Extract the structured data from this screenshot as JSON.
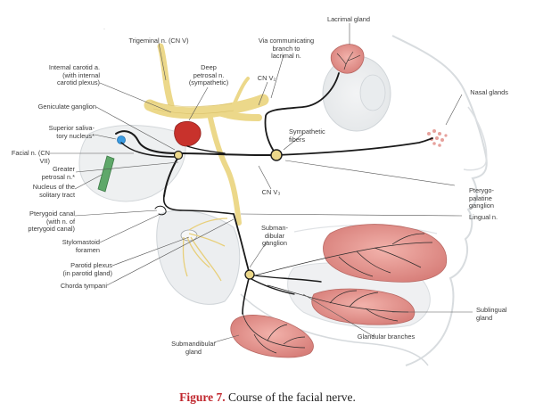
{
  "caption": {
    "figure": "Figure 7.",
    "text": "Course of the facial nerve."
  },
  "marker": "·",
  "labels": {
    "lacrimal_gland": "Lacrimal gland",
    "trigeminal": "Trigeminal n. (CN V)",
    "via_communicating": "Via communicating\nbranch to\nlacrimal n.",
    "internal_carotid": "Internal carotid a.\n(with internal\ncarotid plexus)",
    "deep_petrosal": "Deep\npetrosal n.\n(sympathetic)",
    "cn_v2": "CN V₂",
    "nasal_glands": "Nasal glands",
    "geniculate": "Geniculate ganglion",
    "superior_salivatory": "Superior saliva-\ntory nucleus*",
    "sympathetic_fibers": "Sympathetic\nfibers",
    "facial_n": "Facial n. (CN VII)",
    "greater_petrosal": "Greater\npetrosal n.*",
    "nucleus_solitary": "Nucleus of the\nsolitary tract",
    "cn_v3": "CN V₃",
    "pterygopalatine": "Pterygo-\npalatine\nganglion",
    "pterygoid_canal": "Pterygoid canal\n(with n. of\npterygoid canal)",
    "lingual": "Lingual n.",
    "submandibular_ganglion": "Subman-\ndibular\nganglion",
    "stylomastoid": "Stylomastoid\nforamen",
    "parotid_plexus": "Parotid plexus\n(in parotid gland)",
    "chorda_tympani": "Chorda tympani",
    "sublingual_gland": "Sublingual\ngland",
    "glandular_branches": "Glandular branches",
    "submandibular_gland": "Submandibular\ngland"
  },
  "colors": {
    "nerve": "#1a1a1a",
    "trigeminal": "#ecd88a",
    "gland": "#e0918c",
    "ganglion_red": "#c8322c",
    "nucleus_blue": "#3a9be0",
    "nucleus_green": "#5fa86a",
    "outline": "#cfd4d8",
    "caption_fig": "#c0262d"
  }
}
